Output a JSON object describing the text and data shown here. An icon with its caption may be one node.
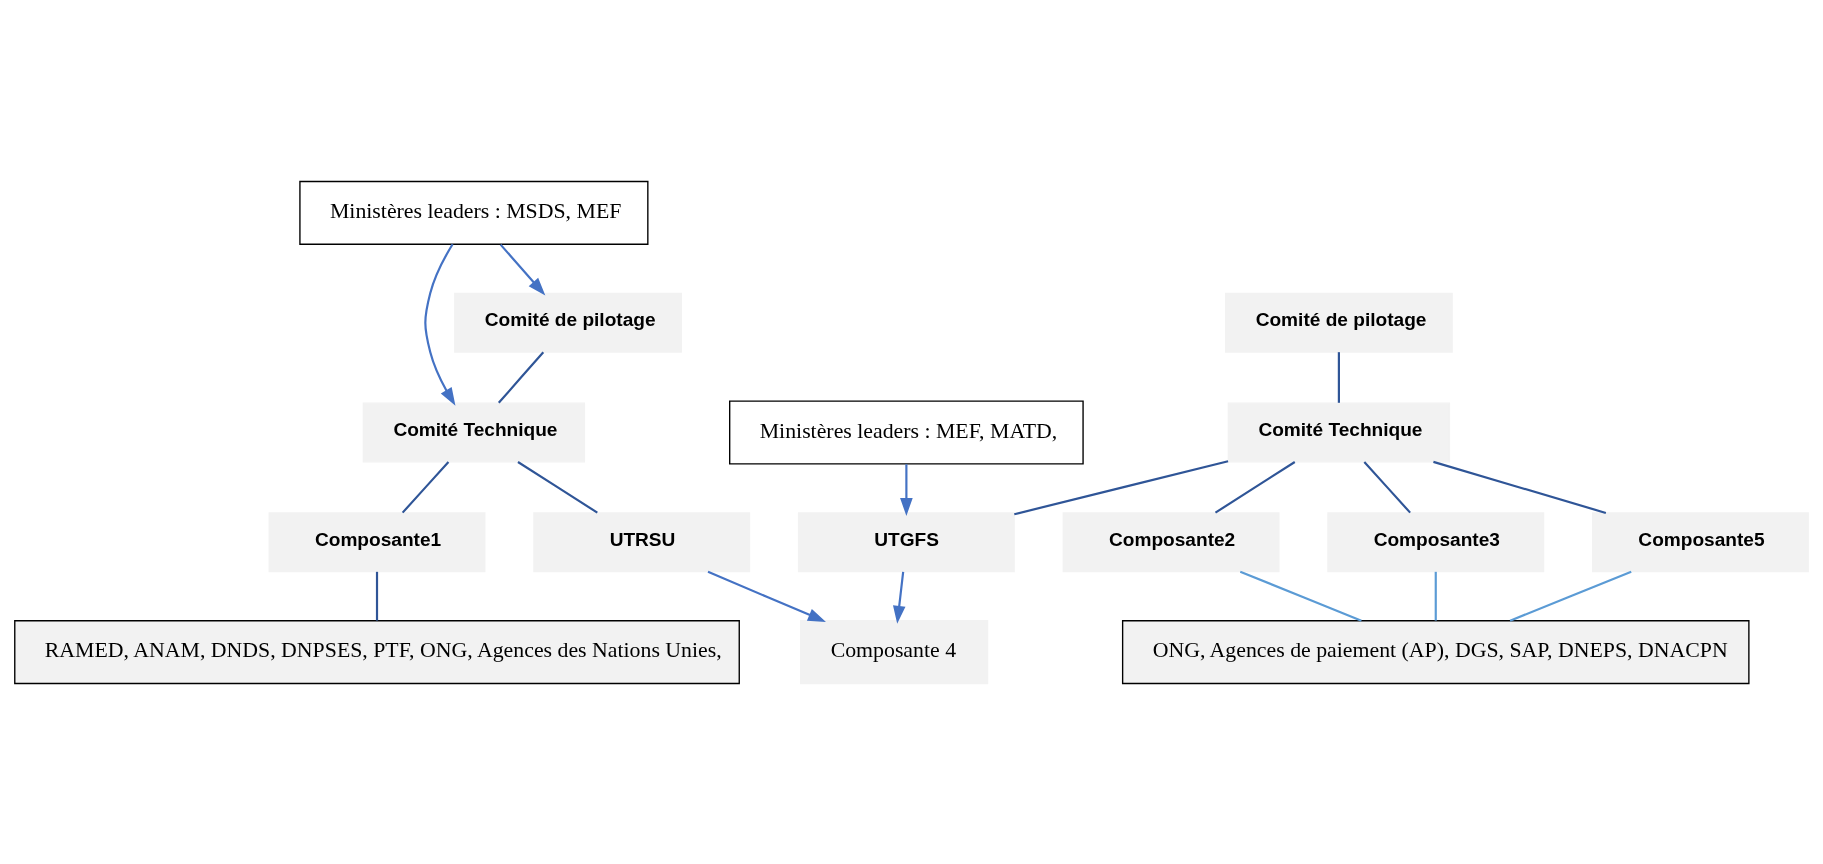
{
  "diagram": {
    "nodes": [
      {
        "text": [
          "Ministères leaders : MSDS, MEF"
        ]
      },
      {
        "text": [
          "Comité de pilotage"
        ]
      },
      {
        "text": [
          "Comité Technique"
        ]
      },
      {
        "text": [
          "UTRSU"
        ]
      },
      {
        "text": [
          "Composante 4"
        ]
      },
      {
        "text": [
          "Composante1"
        ]
      },
      {
        "text": [
          "RAMED, ANAM, DNDS, DNPSES, PTF, ONG, Agences des Nations Unies,"
        ]
      },
      {
        "text": [
          "Comité de pilotage"
        ]
      },
      {
        "text": [
          "Comité Technique"
        ]
      },
      {
        "text": [
          "Ministères leaders : MEF, MATD,"
        ]
      },
      {
        "text": [
          "UTGFS"
        ]
      },
      {
        "text": [
          "Composante2"
        ]
      },
      {
        "text": [
          "Composante3"
        ]
      },
      {
        "text": [
          "Composante5"
        ]
      },
      {
        "text": [
          "ONG, Agences de paiement (AP), DGS, SAP, DNEPS, DNACPN"
        ]
      }
    ],
    "edges": [
      {
        "from": 0,
        "to": 1,
        "arrow": "to",
        "color": "#4472c4"
      },
      {
        "from": 0,
        "to": 2,
        "arrow": "to",
        "color": "#4472c4"
      },
      {
        "from": 1,
        "to": 2,
        "arrow": "none"
      },
      {
        "from": 2,
        "to": 3,
        "arrow": "none"
      },
      {
        "from": 2,
        "to": 5,
        "arrow": "none"
      },
      {
        "from": 3,
        "to": 4,
        "arrow": "to",
        "color": "#4472c4"
      },
      {
        "from": 10,
        "to": 4,
        "arrow": "to",
        "color": "#4472c4"
      },
      {
        "from": 5,
        "to": 6,
        "arrow": "none"
      },
      {
        "from": 7,
        "to": 8,
        "arrow": "none"
      },
      {
        "from": 8,
        "to": 10,
        "arrow": "none"
      },
      {
        "from": 8,
        "to": 11,
        "arrow": "none"
      },
      {
        "from": 8,
        "to": 12,
        "arrow": "none"
      },
      {
        "from": 8,
        "to": 13,
        "arrow": "none"
      },
      {
        "from": 9,
        "to": 10,
        "arrow": "to",
        "color": "#4472c4"
      },
      {
        "from": 11,
        "to": 14,
        "arrow": "none",
        "color": "#5b9bd5"
      },
      {
        "from": 12,
        "to": 14,
        "arrow": "none",
        "color": "#5b9bd5"
      },
      {
        "from": 13,
        "to": 14,
        "arrow": "none",
        "color": "#5b9bd5"
      }
    ]
  }
}
